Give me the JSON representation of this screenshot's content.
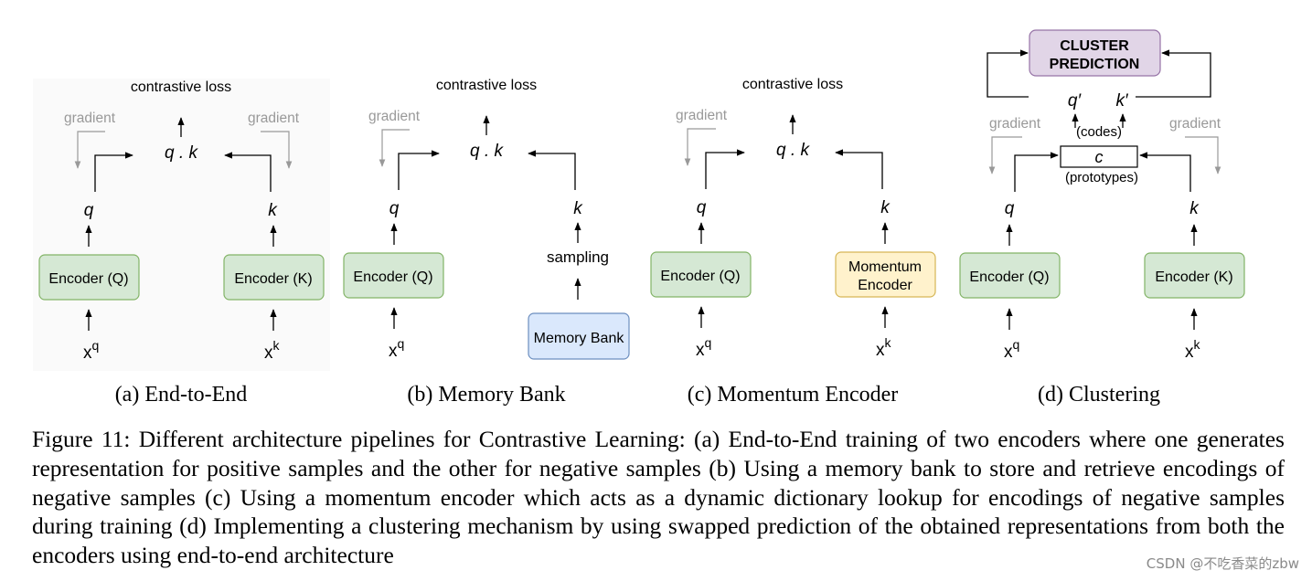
{
  "panels": [
    {
      "id": "a",
      "loss_label": "contrastive loss",
      "product_label": "q . k",
      "left_gradient": "gradient",
      "right_gradient": "gradient",
      "q_label": "q",
      "k_label": "k",
      "left_box": "Encoder (Q)",
      "right_box": "Encoder (K)",
      "left_input": "x",
      "left_input_sup": "q",
      "right_input": "x",
      "right_input_sup": "k",
      "caption": "(a) End-to-End"
    },
    {
      "id": "b",
      "loss_label": "contrastive loss",
      "product_label": "q . k",
      "left_gradient": "gradient",
      "q_label": "q",
      "k_label": "k",
      "left_box": "Encoder (Q)",
      "sampling_label": "sampling",
      "memory_box": "Memory Bank",
      "left_input": "x",
      "left_input_sup": "q",
      "caption": "(b) Memory Bank"
    },
    {
      "id": "c",
      "loss_label": "contrastive loss",
      "product_label": "q . k",
      "left_gradient": "gradient",
      "q_label": "q",
      "k_label": "k",
      "left_box": "Encoder (Q)",
      "momentum_line1": "Momentum",
      "momentum_line2": "Encoder",
      "left_input": "x",
      "left_input_sup": "q",
      "right_input": "x",
      "right_input_sup": "k",
      "caption": "(c) Momentum Encoder"
    },
    {
      "id": "d",
      "cluster_line1": "CLUSTER",
      "cluster_line2": "PREDICTION",
      "q_prime": "q′",
      "k_prime": "k′",
      "codes_label": "(codes)",
      "prototype_label": "c",
      "prototypes_label": "(prototypes)",
      "left_gradient": "gradient",
      "right_gradient": "gradient",
      "q_label": "q",
      "k_label": "k",
      "left_box": "Encoder (Q)",
      "right_box": "Encoder (K)",
      "left_input": "x",
      "left_input_sup": "q",
      "right_input": "x",
      "right_input_sup": "k",
      "caption": "(d) Clustering"
    }
  ],
  "figure_caption": "Figure 11: Different architecture pipelines for Contrastive Learning: (a) End-to-End training of two encoders where one generates representation for positive samples and the other for negative samples (b) Using a memory bank to store and retrieve encodings of negative samples (c) Using a momentum encoder which acts as a dynamic dictionary lookup for encodings of negative samples during training (d) Implementing a clustering mechanism by using swapped prediction of the obtained representations from both the encoders using end-to-end architecture",
  "watermark": "CSDN @不吃香菜的zbw",
  "colors": {
    "encoder_fill": "#d5e8d4",
    "encoder_stroke": "#82b366",
    "memory_fill": "#dae8fc",
    "memory_stroke": "#6c8ebf",
    "momentum_fill": "#fff2cc",
    "momentum_stroke": "#d6b656",
    "cluster_fill": "#e1d5e7",
    "cluster_stroke": "#9673a6",
    "gradient_gray": "#999999"
  }
}
